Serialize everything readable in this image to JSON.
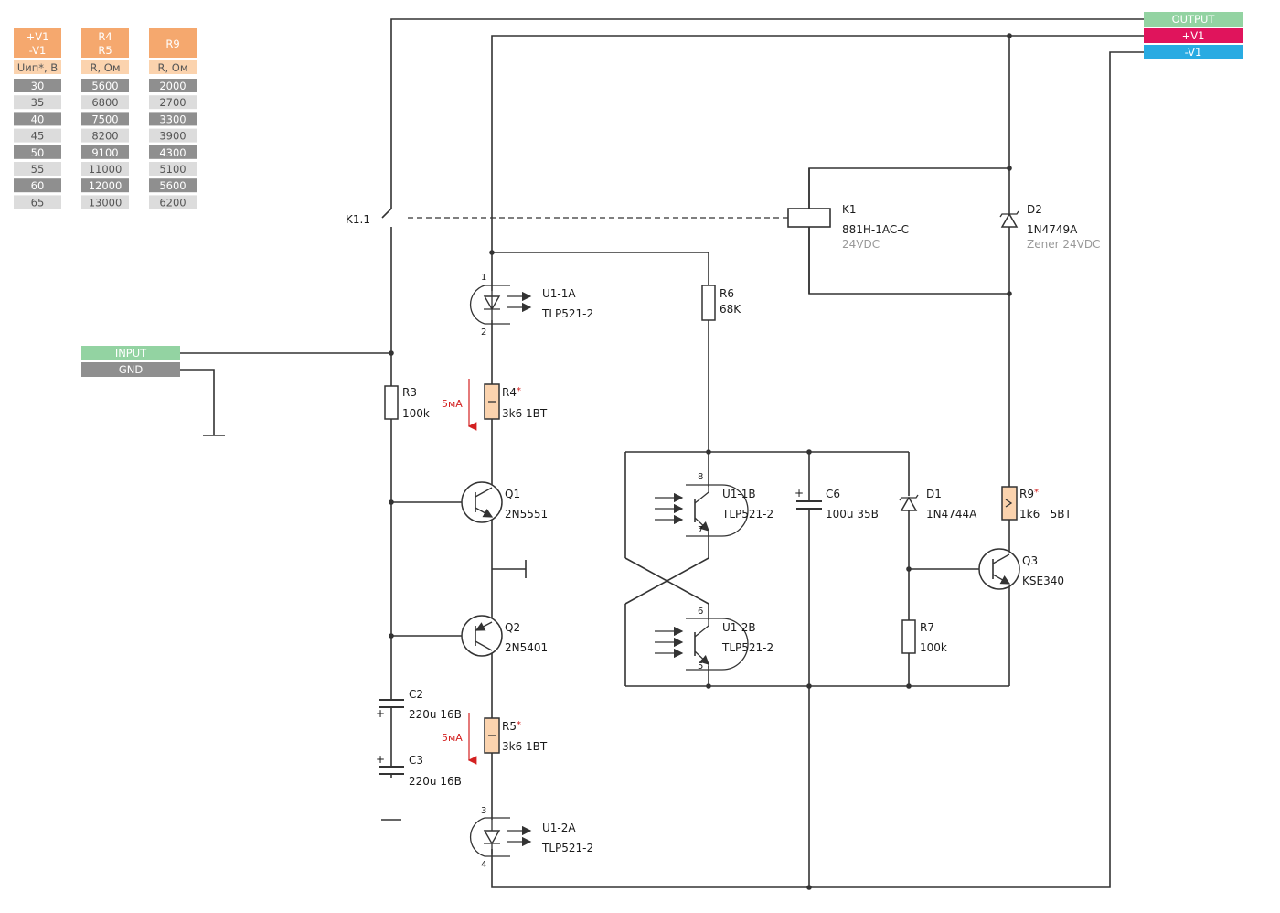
{
  "colors": {
    "orange_header": "#f5a86e",
    "orange_sub": "#fbd3ae",
    "gray_dark": "#8f8f8f",
    "gray_light": "#dcdcdc",
    "green": "#93d3a2",
    "red": "#e0145c",
    "blue": "#29abe2",
    "resistor_fill": "#fbd3ae"
  },
  "table": {
    "col1": {
      "h1": "+V1",
      "h2": "-V1",
      "sub": "Uип*, В",
      "rows": [
        "30",
        "35",
        "40",
        "45",
        "50",
        "55",
        "60",
        "65"
      ]
    },
    "col2": {
      "h1": "R4",
      "h2": "R5",
      "sub": "R, Ом",
      "rows": [
        "5600",
        "6800",
        "7500",
        "8200",
        "9100",
        "11000",
        "12000",
        "13000"
      ]
    },
    "col3": {
      "h1": "R9",
      "sub": "R, Ом",
      "rows": [
        "2000",
        "2700",
        "3300",
        "3900",
        "4300",
        "5100",
        "5600",
        "6200"
      ]
    }
  },
  "ports": {
    "output": "OUTPUT",
    "vplus": "+V1",
    "vminus": "-V1",
    "input": "INPUT",
    "gnd": "GND"
  },
  "components": {
    "k11": "K1.1",
    "k1": {
      "ref": "K1",
      "part": "881H-1AC-C",
      "note": "24VDC"
    },
    "d2": {
      "ref": "D2",
      "part": "1N4749A",
      "note": "Zener 24VDC"
    },
    "u1a": {
      "ref": "U1-1A",
      "part": "TLP521-2",
      "pin_top": "1",
      "pin_bot": "2"
    },
    "u1b": {
      "ref": "U1-1B",
      "part": "TLP521-2",
      "pin_top": "8",
      "pin_bot": "7"
    },
    "u2b": {
      "ref": "U1-2B",
      "part": "TLP521-2",
      "pin_top": "6",
      "pin_bot": "5"
    },
    "u2a": {
      "ref": "U1-2A",
      "part": "TLP521-2",
      "pin_top": "3",
      "pin_bot": "4"
    },
    "r6": {
      "ref": "R6",
      "value": "68K"
    },
    "r3": {
      "ref": "R3",
      "value": "100k"
    },
    "r4": {
      "ref": "R4",
      "star": "*",
      "value": "3k6 1BT",
      "current": "5мА"
    },
    "r5": {
      "ref": "R5",
      "star": "*",
      "value": "3k6 1BT",
      "current": "5мА"
    },
    "q1": {
      "ref": "Q1",
      "part": "2N5551"
    },
    "q2": {
      "ref": "Q2",
      "part": "2N5401"
    },
    "q3": {
      "ref": "Q3",
      "part": "KSE340"
    },
    "c2": {
      "ref": "C2",
      "value": "220u 16B",
      "plus": "+"
    },
    "c3": {
      "ref": "C3",
      "value": "220u 16B",
      "plus": "+"
    },
    "c6": {
      "ref": "C6",
      "value": "100u 35B",
      "plus": "+"
    },
    "d1": {
      "ref": "D1",
      "part": "1N4744A"
    },
    "r9": {
      "ref": "R9",
      "star": "*",
      "value": "1k6   5BT"
    },
    "r7": {
      "ref": "R7",
      "value": "100k"
    }
  }
}
